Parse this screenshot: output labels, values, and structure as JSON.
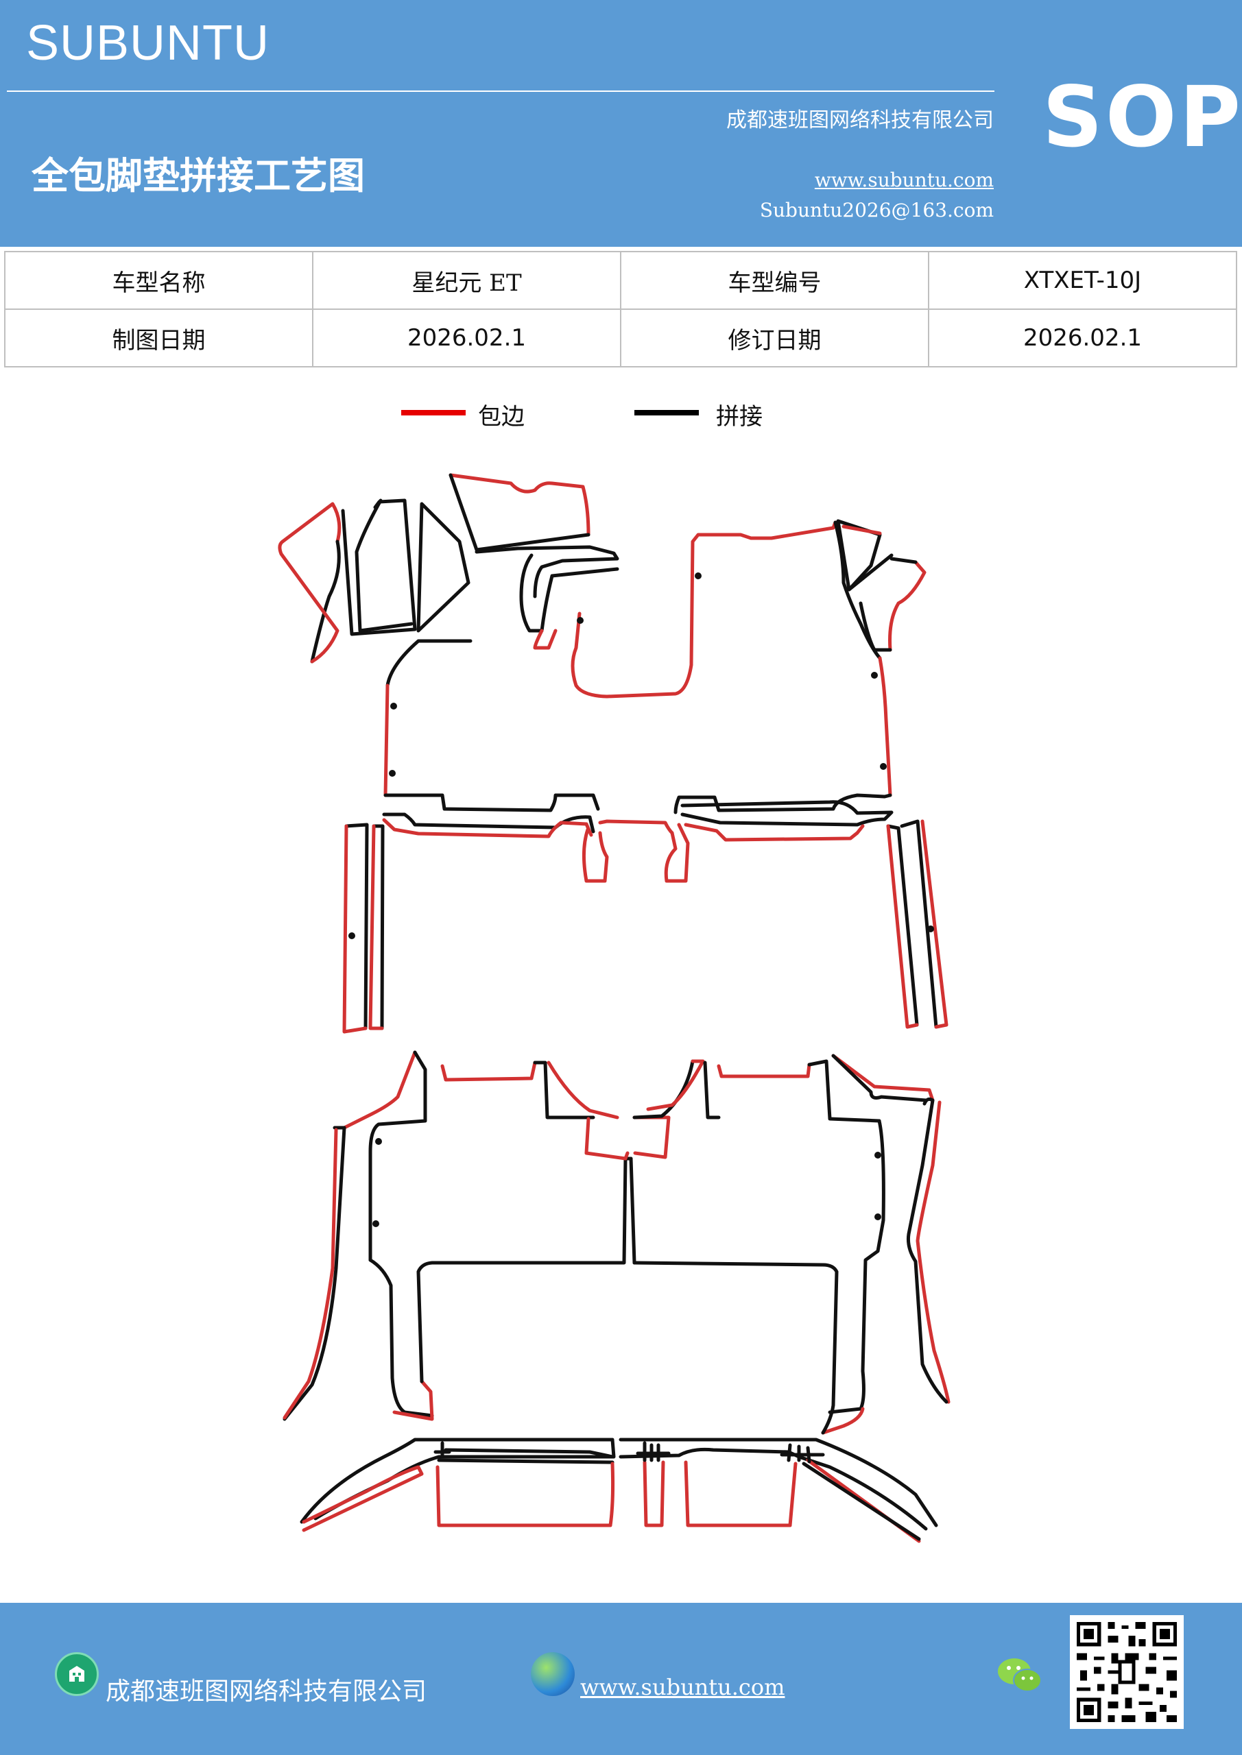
{
  "header": {
    "brand": "SUBUNTU",
    "company": "成都速班图网络科技有限公司",
    "title": "全包脚垫拼接工艺图",
    "url": "www.subuntu.com",
    "email": "Subuntu2026@163.com",
    "badge": "SOP"
  },
  "info_table": {
    "rows": [
      [
        "车型名称",
        "星纪元  ET",
        "车型编号",
        "XTXET-10J"
      ],
      [
        "制图日期",
        "2026.02.1",
        "修订日期",
        "2026.02.1"
      ]
    ]
  },
  "legend": {
    "items": [
      {
        "label": "包边",
        "color": "#e60000"
      },
      {
        "label": "拼接",
        "color": "#000000"
      }
    ]
  },
  "diagram": {
    "trim_color": "#d23232",
    "seam_color": "#111111"
  },
  "footer": {
    "company": "成都速班图网络科技有限公司",
    "url": "www.subuntu.com ",
    "icons": [
      "building-icon",
      "globe-icon",
      "wechat-icon",
      "qr-code"
    ]
  },
  "colors": {
    "header_bg": "#5b9bd5",
    "footer_bg": "#5b9bd5"
  }
}
